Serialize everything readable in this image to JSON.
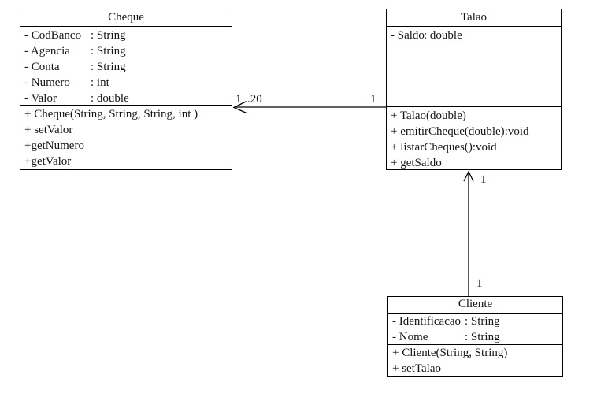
{
  "diagram": {
    "kind": "uml-class-diagram"
  },
  "classes": [
    {
      "title": "Cheque",
      "attributes": [
        {
          "name": "- CodBanco",
          "type": ": String"
        },
        {
          "name": "- Agencia",
          "type": ": String"
        },
        {
          "name": "- Conta",
          "type": ": String"
        },
        {
          "name": "- Numero",
          "type": ": int"
        },
        {
          "name": "- Valor",
          "type": ": double"
        }
      ],
      "methods": [
        "+ Cheque(String, String, String, int )",
        "+ setValor",
        "+getNumero",
        "+getValor"
      ]
    },
    {
      "title": "Talao",
      "attributes": [
        {
          "name": "- Saldo",
          "type": ": double"
        }
      ],
      "methods": [
        "+ Talao(double)",
        "+ emitirCheque(double):void",
        "+ listarCheques():void",
        "+ getSaldo"
      ]
    },
    {
      "title": "Cliente",
      "attributes": [
        {
          "name": "- Identificacao",
          "type": ": String"
        },
        {
          "name": "- Nome",
          "type": ": String"
        }
      ],
      "methods": [
        "+ Cliente(String, String)",
        "+ setTalao"
      ]
    }
  ],
  "associations": [
    {
      "from": "Talao",
      "to": "Cheque",
      "arrow_points_to": "Cheque",
      "mult_at_cheque": "1 ..20",
      "mult_at_talao": "1"
    },
    {
      "from": "Cliente",
      "to": "Talao",
      "arrow_points_to": "Talao",
      "mult_at_talao": "1",
      "mult_at_cliente": "1"
    }
  ]
}
